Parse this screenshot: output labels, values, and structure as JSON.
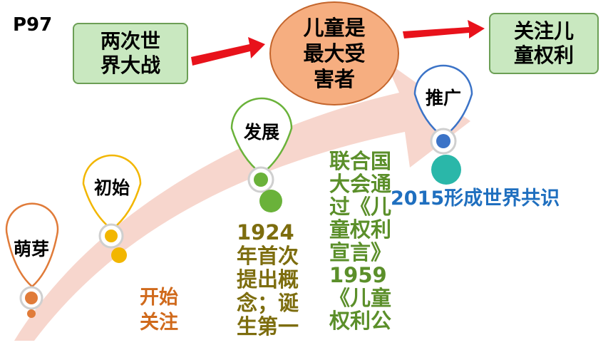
{
  "page_label": "P97",
  "top_flow": {
    "cause": "两次世\n界大战",
    "center": "儿童是\n最大受\n害者",
    "result": "关注儿\n童权利"
  },
  "stages": [
    {
      "label": "萌芽",
      "color": "#e07b39"
    },
    {
      "label": "初始",
      "color": "#f2b600"
    },
    {
      "label": "发展",
      "color": "#6ab23a"
    },
    {
      "label": "推广",
      "color": "#3b73c7"
    }
  ],
  "notes": {
    "sprout": "开始\n关注",
    "initial": "1924\n年首次\n提出概\n念；诞\n生第一",
    "develop": "联合国\n大会通\n过《儿\n童权利\n宣言》\n1959\n《儿童\n权利公",
    "promote": "2015形成世界共识"
  },
  "colors": {
    "arrow_red": "#e8121b",
    "sweep": "#f6cfc4",
    "note_orange": "#d06a1c",
    "note_olive": "#7d6d0e",
    "note_green": "#5b8f2a",
    "note_blue": "#1f6fbf",
    "teal": "#2ab7a9"
  }
}
